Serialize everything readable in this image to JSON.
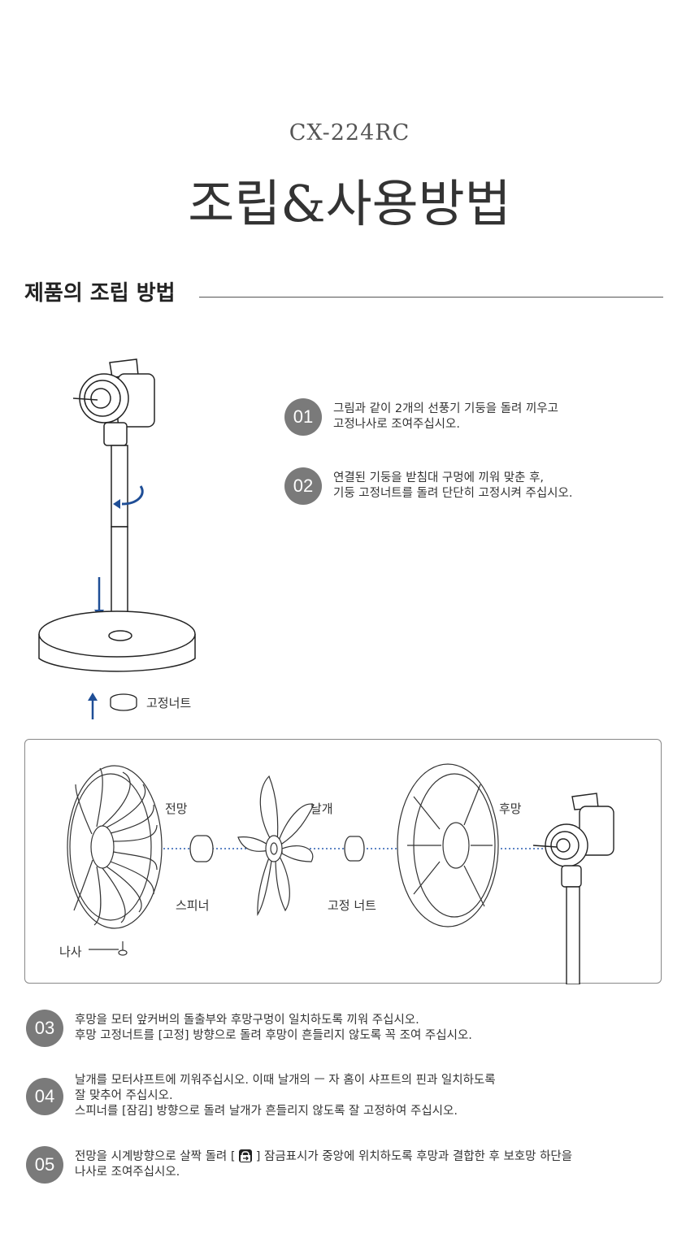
{
  "header": {
    "model": "CX-224RC",
    "title": "조립&사용방법"
  },
  "section": {
    "title": "제품의 조립 방법"
  },
  "top_diagram": {
    "nut_label": "고정너트"
  },
  "steps_top": [
    {
      "num": "01",
      "lines": [
        "그림과 같이 2개의 선풍기 기둥을 돌려 끼우고",
        "고정나사로 조여주십시오."
      ]
    },
    {
      "num": "02",
      "lines": [
        "연결된 기둥을 받침대 구멍에 끼워 맞춘 후,",
        "기둥 고정너트를 돌려 단단히 고정시켜 주십시오."
      ]
    }
  ],
  "parts": {
    "front_guard": "전망",
    "blade": "날개",
    "rear_guard": "후망",
    "spinner": "스피너",
    "fixing_nut": "고정 너트",
    "screw": "나사"
  },
  "steps_bottom": [
    {
      "num": "03",
      "lines": [
        "후망을 모터 앞커버의 돌출부와 후망구멍이 일치하도록 끼워 주십시오.",
        "후망 고정너트를 [고정] 방향으로 돌려 후망이 흔들리지 않도록 꼭 조여 주십시오."
      ]
    },
    {
      "num": "04",
      "lines": [
        "날개를 모터샤프트에 끼워주십시오. 이때 날개의 ㅡ 자 홈이 샤프트의 핀과 일치하도록",
        "잘 맞추어 주십시오.",
        "스피너를 [잠김] 방향으로 돌려 날개가 흔들리지 않도록 잘 고정하여 주십시오."
      ]
    },
    {
      "num": "05",
      "line1_a": "전망을 시계방향으로 살짝 돌려 [",
      "line1_b": "] 잠금표시가 중앙에 위치하도록 후망과 결합한 후 보호망 하단을",
      "line2": "나사로 조여주십시오."
    }
  ],
  "colors": {
    "arrow": "#1f4e96",
    "badge": "#7a7a7a",
    "dotted": "#2a5db0"
  }
}
